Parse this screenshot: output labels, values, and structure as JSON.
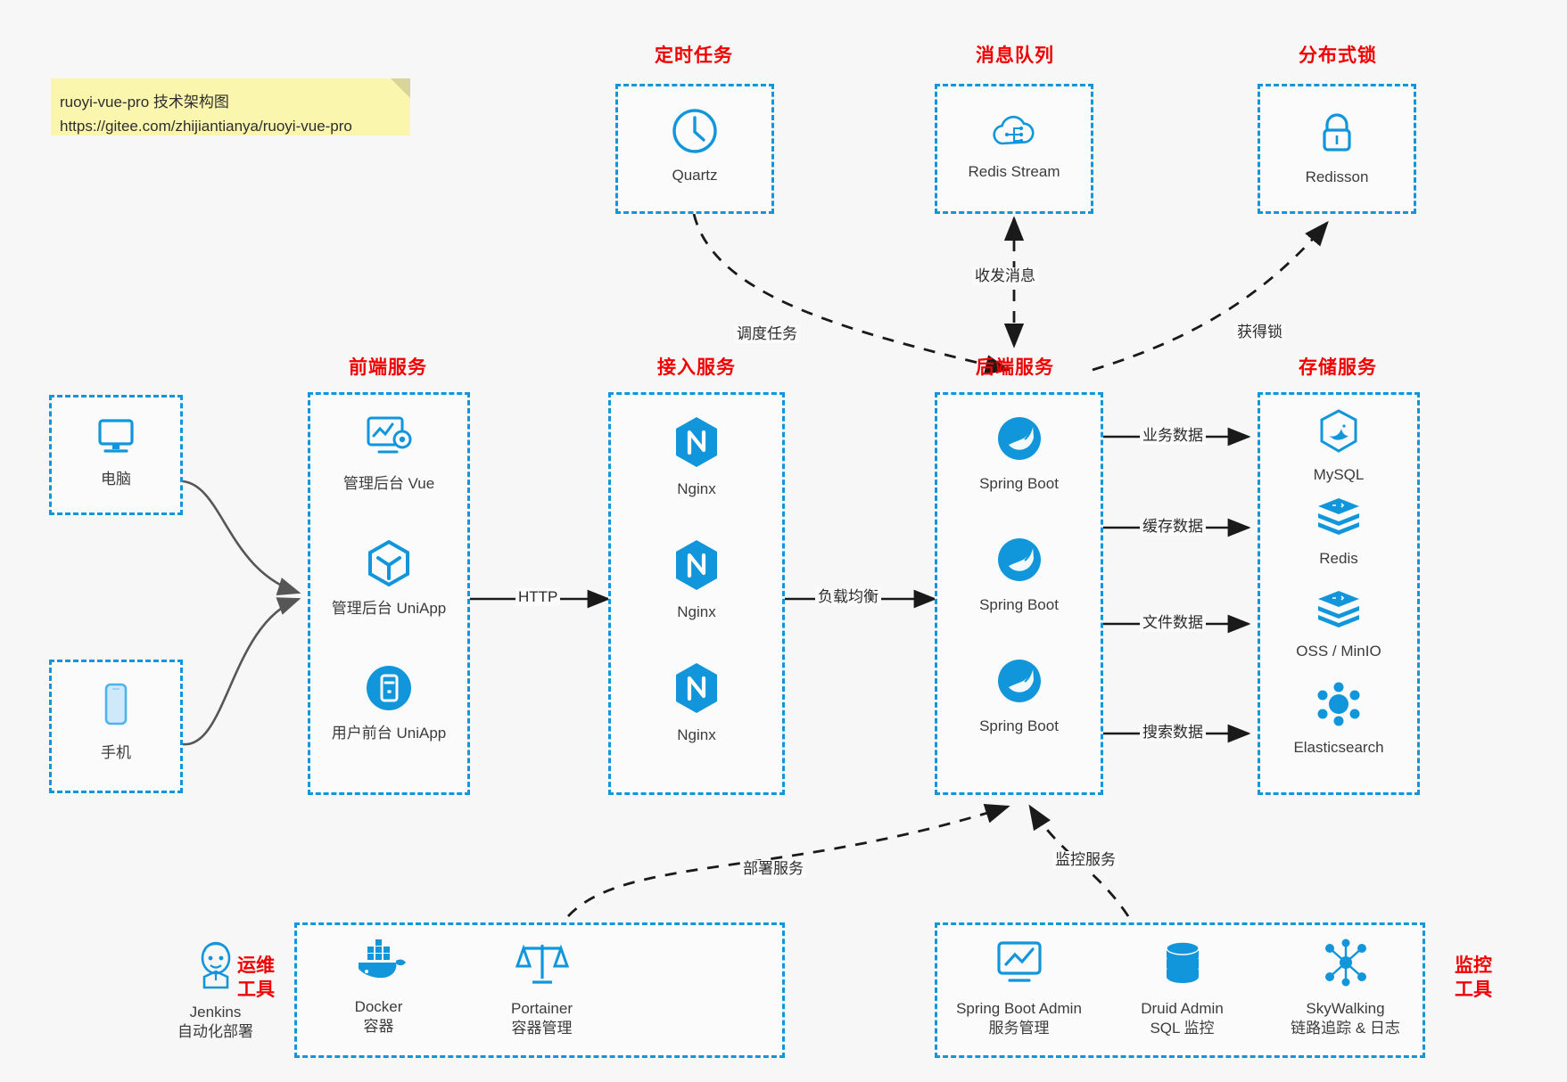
{
  "note": {
    "line1": "ruoyi-vue-pro 技术架构图",
    "line2": "https://gitee.com/zhijiantianya/ruoyi-vue-pro"
  },
  "colors": {
    "accent_blue": "#1296db",
    "group_title_red": "#f00000",
    "background": "#f7f7f7",
    "box_fill": "#fbfbfb",
    "arrow_gray": "#4d4d4d",
    "note_yellow": "#fbf6ad"
  },
  "groups": {
    "scheduled_task": {
      "title": "定时任务",
      "items": [
        {
          "label": "Quartz",
          "icon": "clock-icon"
        }
      ]
    },
    "message_queue": {
      "title": "消息队列",
      "items": [
        {
          "label": "Redis Stream",
          "icon": "cloud-stream-icon"
        }
      ]
    },
    "distributed_lock": {
      "title": "分布式锁",
      "items": [
        {
          "label": "Redisson",
          "icon": "lock-icon"
        }
      ]
    },
    "clients": {
      "items": [
        {
          "label": "电脑",
          "icon": "desktop-icon"
        },
        {
          "label": "手机",
          "icon": "mobile-icon"
        }
      ]
    },
    "frontend": {
      "title": "前端服务",
      "items": [
        {
          "label": "管理后台 Vue",
          "icon": "dashboard-gear-icon"
        },
        {
          "label": "管理后台 UniApp",
          "icon": "cube-icon"
        },
        {
          "label": "用户前台 UniApp",
          "icon": "app-circle-icon"
        }
      ]
    },
    "gateway": {
      "title": "接入服务",
      "items": [
        {
          "label": "Nginx",
          "icon": "nginx-icon"
        },
        {
          "label": "Nginx",
          "icon": "nginx-icon"
        },
        {
          "label": "Nginx",
          "icon": "nginx-icon"
        }
      ]
    },
    "backend": {
      "title": "后端服务",
      "items": [
        {
          "label": "Spring Boot",
          "icon": "spring-leaf-icon"
        },
        {
          "label": "Spring Boot",
          "icon": "spring-leaf-icon"
        },
        {
          "label": "Spring Boot",
          "icon": "spring-leaf-icon"
        }
      ]
    },
    "storage": {
      "title": "存储服务",
      "items": [
        {
          "label": "MySQL",
          "icon": "mysql-dolphin-icon"
        },
        {
          "label": "Redis",
          "icon": "redis-stack-icon"
        },
        {
          "label": "OSS / MinIO",
          "icon": "redis-stack-icon"
        },
        {
          "label": "Elasticsearch",
          "icon": "elasticsearch-icon"
        }
      ]
    },
    "ops_tools": {
      "title_line1": "运维",
      "title_line2": "工具",
      "items": [
        {
          "label": "Jenkins",
          "sub": "自动化部署",
          "icon": "jenkins-butler-icon"
        },
        {
          "label": "Docker",
          "sub": "容器",
          "icon": "docker-whale-icon"
        },
        {
          "label": "Portainer",
          "sub": "容器管理",
          "icon": "scales-icon"
        }
      ]
    },
    "monitor_tools": {
      "title_line1": "监控",
      "title_line2": "工具",
      "items": [
        {
          "label": "Spring Boot Admin",
          "sub": "服务管理",
          "icon": "monitor-chart-icon"
        },
        {
          "label": "Druid Admin",
          "sub": "SQL 监控",
          "icon": "database-icon"
        },
        {
          "label": "SkyWalking",
          "sub": "链路追踪 & 日志",
          "icon": "skywalking-icon"
        }
      ]
    }
  },
  "edges": {
    "http": "HTTP",
    "load_balance": "负载均衡",
    "schedule_task": "调度任务",
    "send_receive_message": "收发消息",
    "acquire_lock": "获得锁",
    "business_data": "业务数据",
    "cache_data": "缓存数据",
    "file_data": "文件数据",
    "search_data": "搜索数据",
    "deploy_service": "部署服务",
    "monitor_service": "监控服务"
  }
}
